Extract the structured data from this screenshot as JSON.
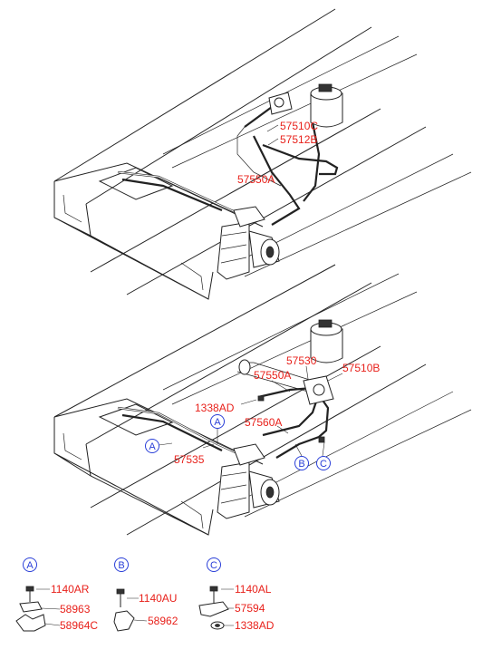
{
  "upper_view": {
    "labels": [
      "57510C",
      "57512B",
      "57550A"
    ]
  },
  "lower_view": {
    "labels": [
      "57530",
      "57510B",
      "57550A",
      "1338AD",
      "57560A",
      "57535"
    ],
    "callouts": [
      "A",
      "A",
      "B",
      "C"
    ]
  },
  "legend": {
    "groups": [
      {
        "key": "A",
        "parts": [
          "1140AR",
          "58963",
          "58964C"
        ]
      },
      {
        "key": "B",
        "parts": [
          "1140AU",
          "58962"
        ]
      },
      {
        "key": "C",
        "parts": [
          "1140AL",
          "57594",
          "1338AD"
        ]
      }
    ]
  },
  "colors": {
    "part_number": "#e8211b",
    "callout": "#2a3fd8",
    "line": "#222222"
  }
}
